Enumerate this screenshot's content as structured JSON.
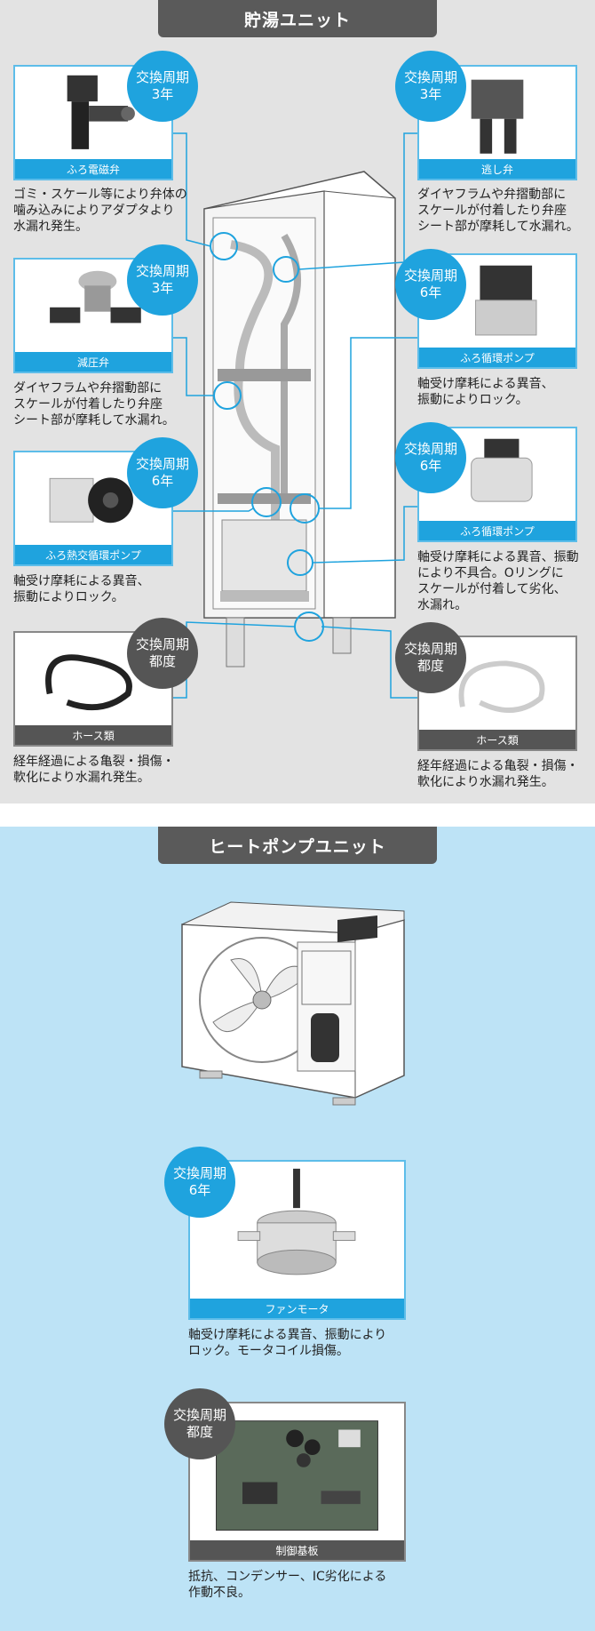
{
  "storage": {
    "title": "貯湯ユニット",
    "parts": [
      {
        "cycle_line1": "交換周期",
        "cycle_line2": "3年",
        "label": "ふろ電磁弁",
        "desc": "ゴミ・スケール等により弁体の\n噛み込みによりアダプタより\n水漏れ発生。"
      },
      {
        "cycle_line1": "交換周期",
        "cycle_line2": "3年",
        "label": "減圧弁",
        "desc": "ダイヤフラムや弁摺動部に\nスケールが付着したり弁座\nシート部が摩耗して水漏れ。"
      },
      {
        "cycle_line1": "交換周期",
        "cycle_line2": "6年",
        "label": "ふろ熱交循環ポンプ",
        "desc": "軸受け摩耗による異音、\n振動によりロック。"
      },
      {
        "cycle_line1": "交換周期",
        "cycle_line2": "都度",
        "label": "ホース類",
        "desc": "経年経過による亀裂・損傷・\n軟化により水漏れ発生。"
      },
      {
        "cycle_line1": "交換周期",
        "cycle_line2": "3年",
        "label": "逃し弁",
        "desc": "ダイヤフラムや弁摺動部に\nスケールが付着したり弁座\nシート部が摩耗して水漏れ。"
      },
      {
        "cycle_line1": "交換周期",
        "cycle_line2": "6年",
        "label": "ふろ循環ポンプ",
        "desc": "軸受け摩耗による異音、\n振動によりロック。"
      },
      {
        "cycle_line1": "交換周期",
        "cycle_line2": "6年",
        "label": "ふろ循環ポンプ",
        "desc": "軸受け摩耗による異音、振動\nにより不具合。Oリングに\nスケールが付着して劣化、\n水漏れ。"
      },
      {
        "cycle_line1": "交換周期",
        "cycle_line2": "都度",
        "label": "ホース類",
        "desc": "経年経過による亀裂・損傷・\n軟化により水漏れ発生。"
      }
    ]
  },
  "heatpump": {
    "title": "ヒートポンプユニット",
    "parts": [
      {
        "cycle_line1": "交換周期",
        "cycle_line2": "6年",
        "label": "ファンモータ",
        "desc": "軸受け摩耗による異音、振動により\nロック。モータコイル損傷。"
      },
      {
        "cycle_line1": "交換周期",
        "cycle_line2": "都度",
        "label": "制御基板",
        "desc": "抵抗、コンデンサー、IC劣化による\n作動不良。"
      }
    ]
  },
  "colors": {
    "accent": "#1fa3de",
    "dark": "#555555",
    "storage_bg": "#e3e3e3",
    "heatpump_bg": "#bde3f6"
  }
}
